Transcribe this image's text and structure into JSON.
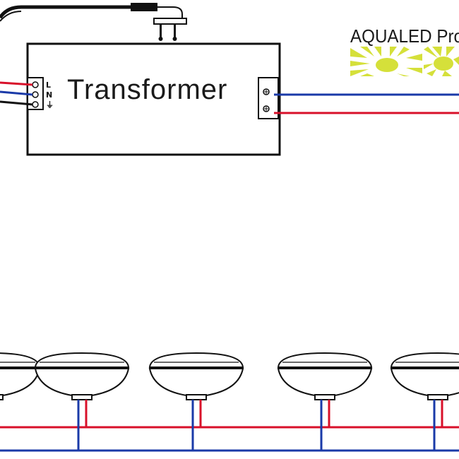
{
  "transformer": {
    "label": "Transformer",
    "terminals": [
      "L",
      "N",
      "⏚"
    ]
  },
  "brand": {
    "text": "AQUALED Pro",
    "logo_color": "#d5e03a"
  },
  "wires": {
    "live_color": "#d8102a",
    "neutral_color": "#1a3aa8",
    "cable_color": "#111111"
  },
  "lamps": {
    "count": 5
  }
}
